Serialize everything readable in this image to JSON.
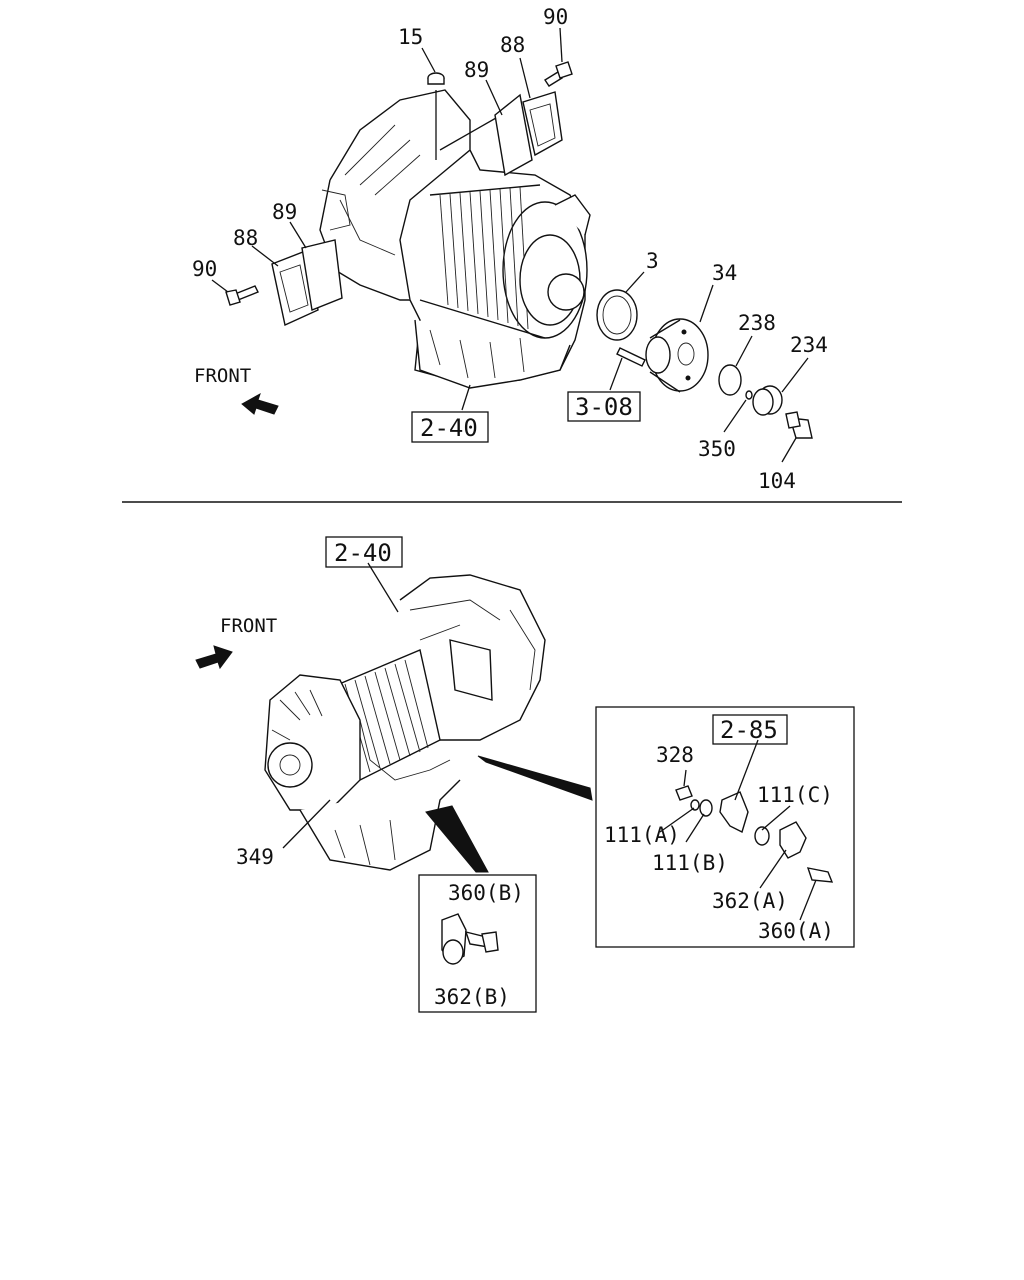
{
  "top_section": {
    "front_label": "FRONT",
    "ref_box_main": "2-40",
    "ref_box_flange": "3-08",
    "callouts": {
      "p15": "15",
      "p90_top": "90",
      "p88_top": "88",
      "p89_top": "89",
      "p89_left": "89",
      "p88_left": "88",
      "p90_left": "90",
      "p3": "3",
      "p34": "34",
      "p238": "238",
      "p234": "234",
      "p350": "350",
      "p104": "104"
    }
  },
  "bottom_section": {
    "front_label": "FRONT",
    "ref_box_main": "2-40",
    "callout_349": "349",
    "detail_a": {
      "ref_box": "2-85",
      "p328": "328",
      "p111c": "111(C)",
      "p111a": "111(A)",
      "p111b": "111(B)",
      "p362a": "362(A)",
      "p360a": "360(A)"
    },
    "detail_b": {
      "p360b": "360(B)",
      "p362b": "362(B)"
    }
  }
}
